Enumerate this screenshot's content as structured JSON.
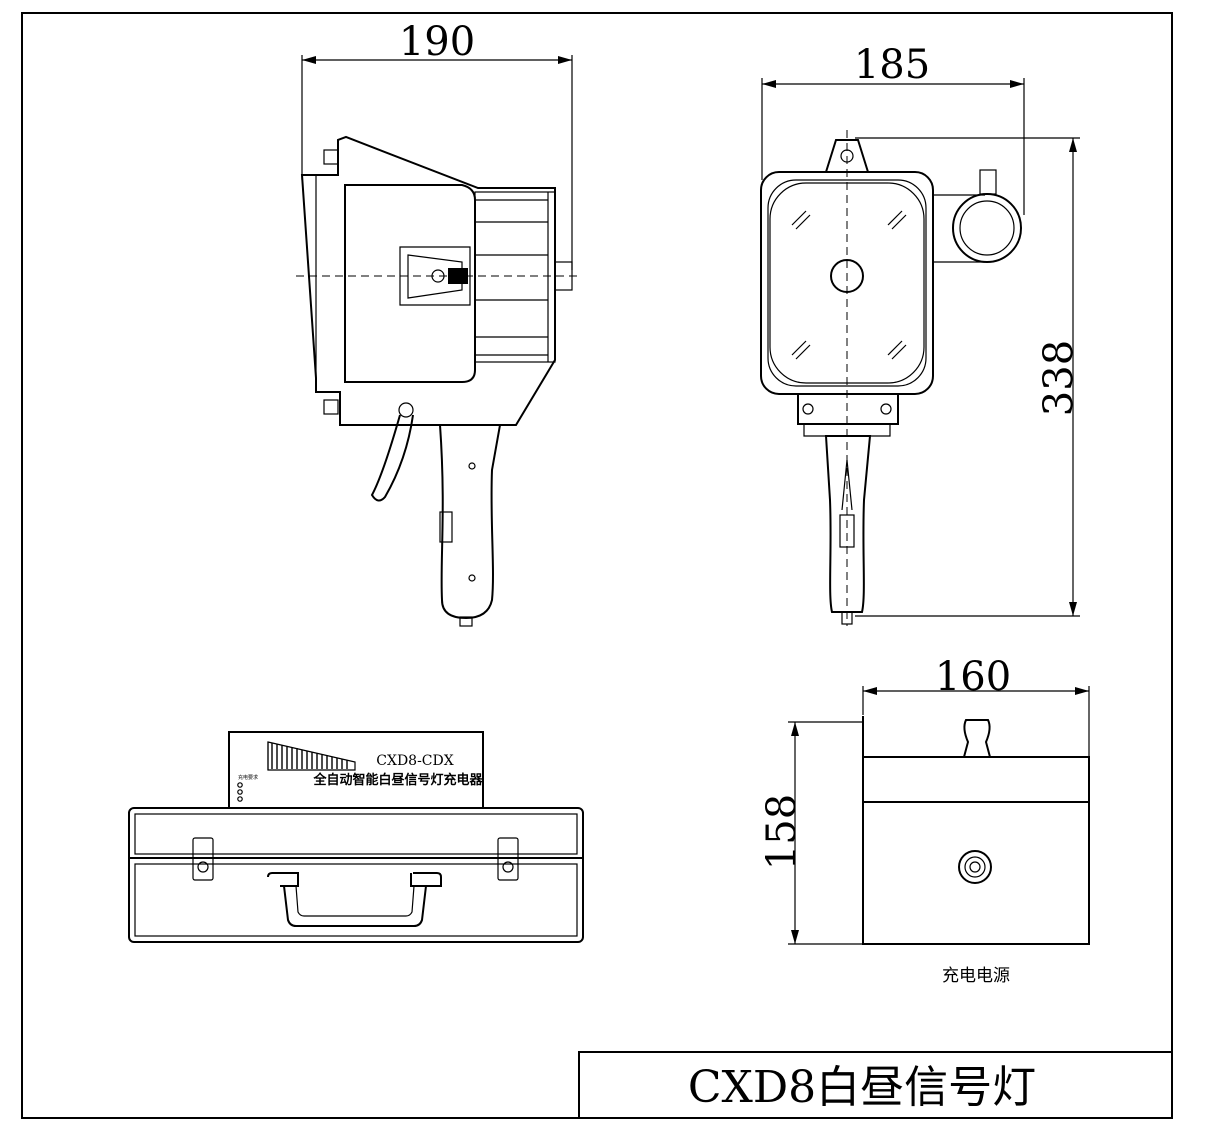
{
  "drawing": {
    "side_view": {
      "width_dim": "190"
    },
    "front_view": {
      "width_dim": "185",
      "height_dim": "338"
    },
    "charger": {
      "model": "CXD8-CDX",
      "name": "全自动智能白昼信号灯充电器",
      "status_label": "充电要求"
    },
    "power_source": {
      "width_dim": "160",
      "height_dim": "158",
      "caption": "充电电源"
    },
    "title_block": {
      "title": "CXD8白昼信号灯"
    }
  }
}
